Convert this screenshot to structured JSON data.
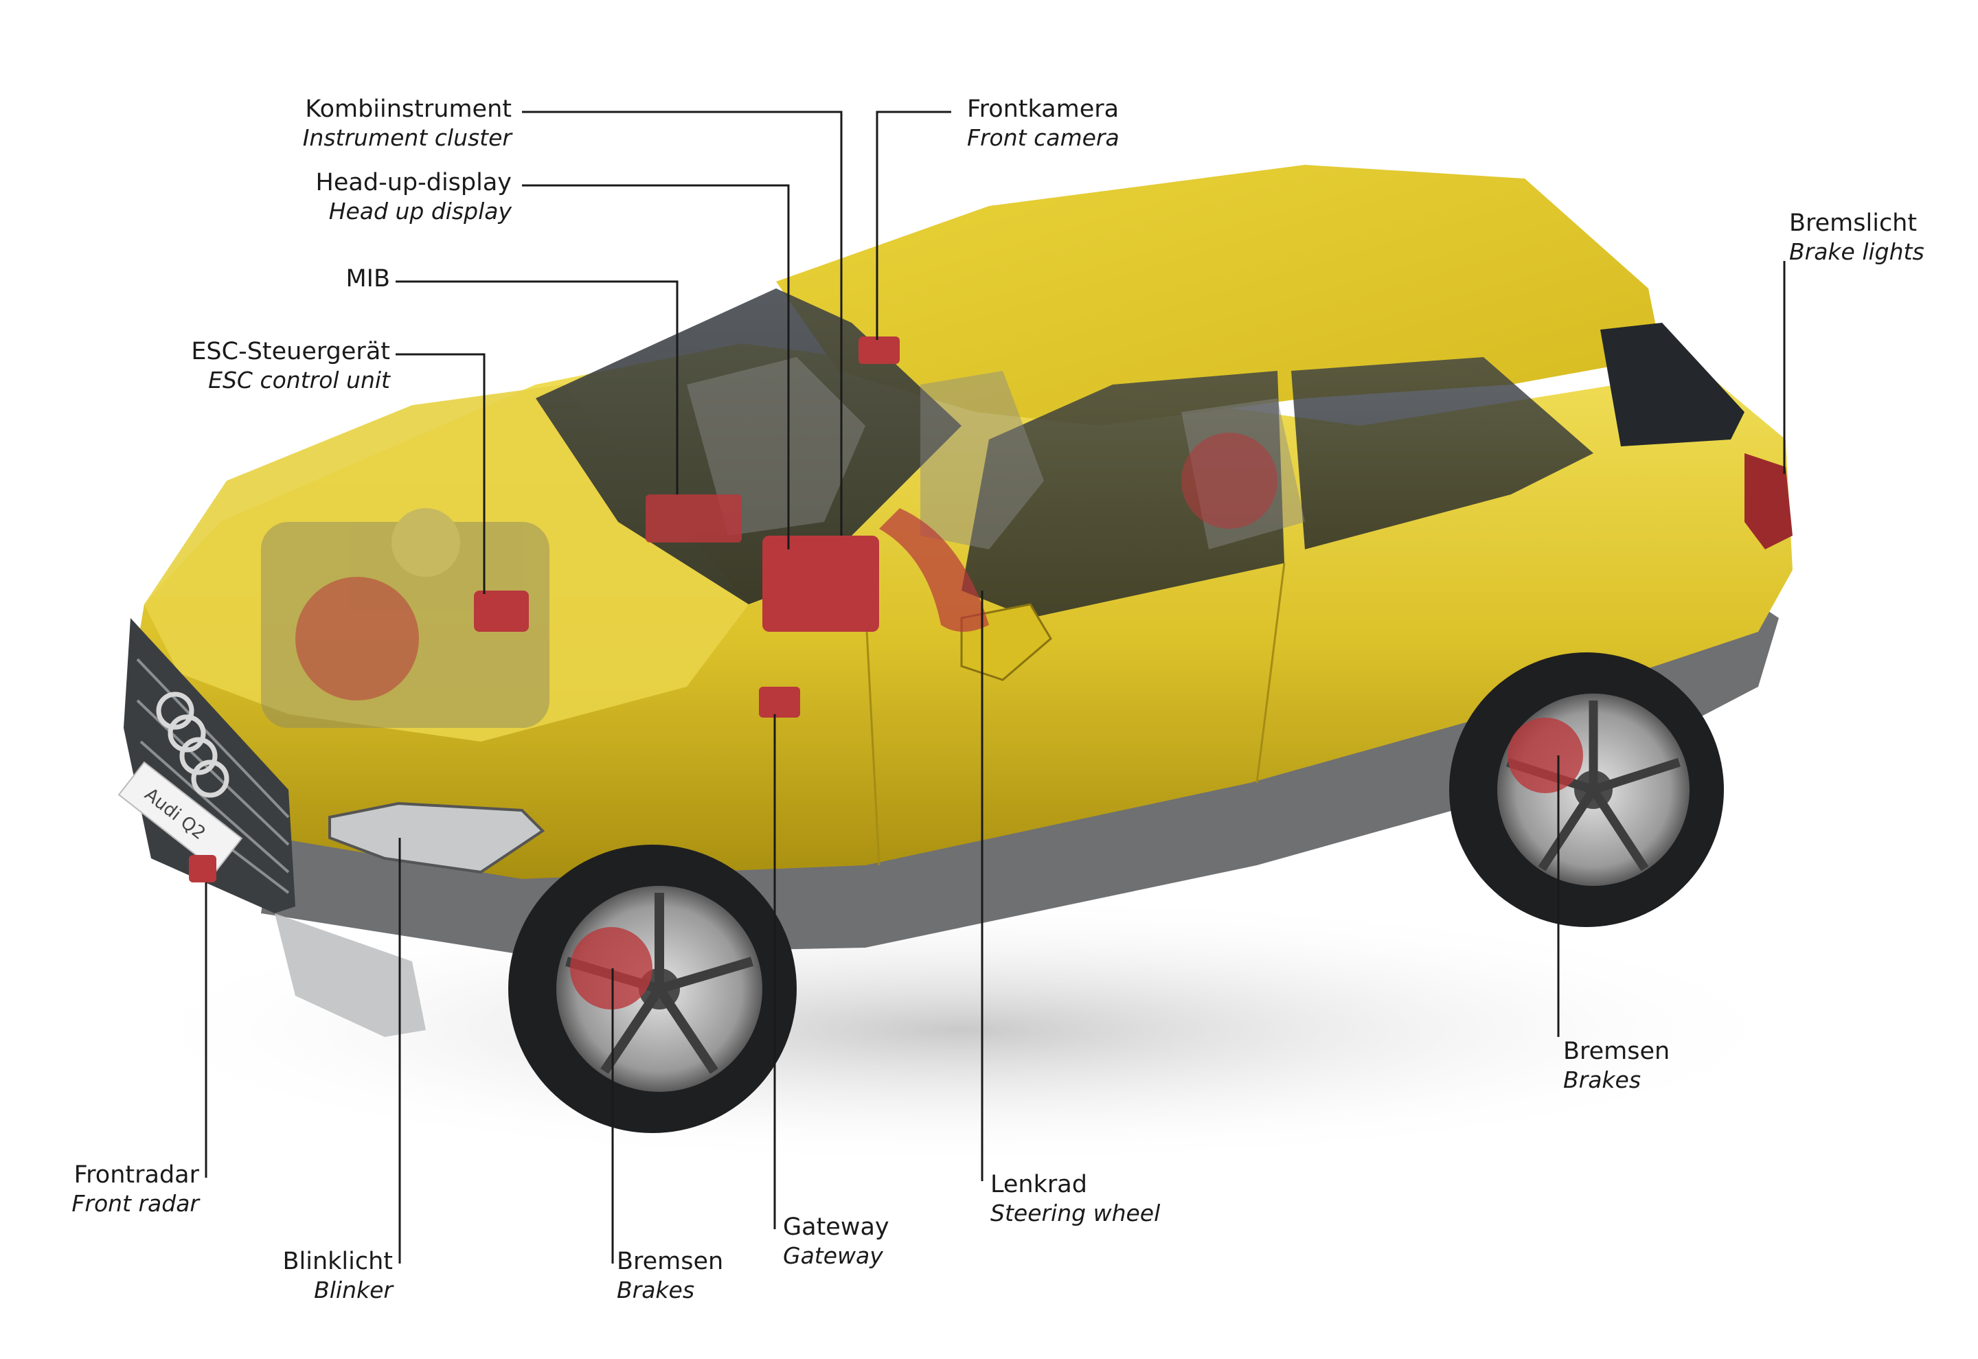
{
  "badge": "Audi Q2",
  "colors": {
    "body": "#e0c62a",
    "body_dark": "#b59a12",
    "body_light": "#f1dd55",
    "glass": "#2b2f33",
    "component": "#b8383c",
    "trim": "#6f7072"
  },
  "labels": {
    "kombiinstrument": {
      "de": "Kombiinstrument",
      "en": "Instrument cluster"
    },
    "headup": {
      "de": "Head-up-display",
      "en": "Head up display"
    },
    "mib": {
      "de": "MIB"
    },
    "esc": {
      "de": "ESC-Steuergerät",
      "en": "ESC control unit"
    },
    "frontkamera": {
      "de": "Frontkamera",
      "en": "Front camera"
    },
    "bremslicht": {
      "de": "Bremslicht",
      "en": "Brake lights"
    },
    "bremsen_rear": {
      "de": "Bremsen",
      "en": "Brakes"
    },
    "frontradar": {
      "de": "Frontradar",
      "en": "Front radar"
    },
    "blinklicht": {
      "de": "Blinklicht",
      "en": "Blinker"
    },
    "bremsen_front": {
      "de": "Bremsen",
      "en": "Brakes"
    },
    "gateway": {
      "de": "Gateway",
      "en": "Gateway"
    },
    "lenkrad": {
      "de": "Lenkrad",
      "en": "Steering wheel"
    }
  }
}
